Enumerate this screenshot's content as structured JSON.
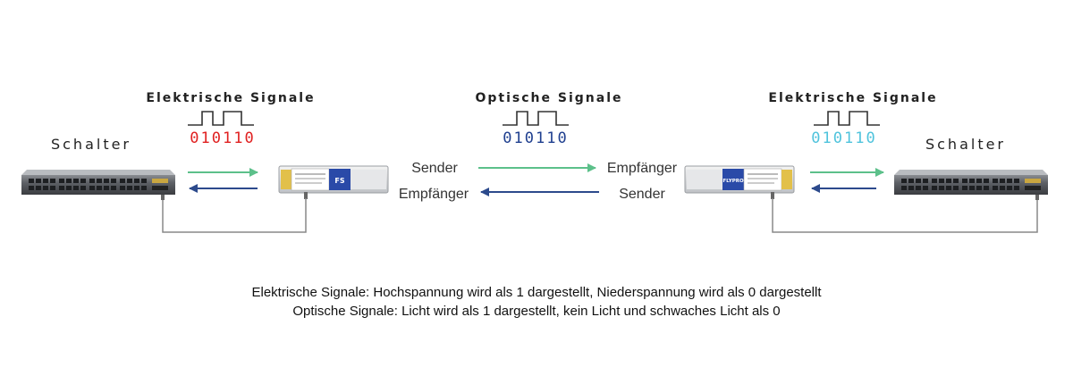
{
  "left": {
    "device_label": "Schalter",
    "signal_title": "Elektrische Signale",
    "bits": "010110",
    "bits_color": "#e02020"
  },
  "center": {
    "signal_title": "Optische Signale",
    "bits": "010110",
    "bits_color": "#1f3f8f",
    "left_module": {
      "top_role": "Sender",
      "bottom_role": "Empfänger",
      "badge": "FS"
    },
    "right_module": {
      "top_role": "Empfänger",
      "bottom_role": "Sender",
      "badge": "FLYPRO"
    }
  },
  "right": {
    "device_label": "Schalter",
    "signal_title": "Elektrische Signale",
    "bits": "010110",
    "bits_color": "#4fc3dc"
  },
  "colors": {
    "arrow_green": "#5cc08a",
    "arrow_blue": "#2c4a8c",
    "connector": "#888888"
  },
  "caption": {
    "line1": "Elektrische Signale: Hochspannung wird als 1 dargestellt, Niederspannung wird als 0 dargestellt",
    "line2": "Optische Signale: Licht wird als 1 dargestellt, kein Licht und schwaches Licht als 0"
  }
}
